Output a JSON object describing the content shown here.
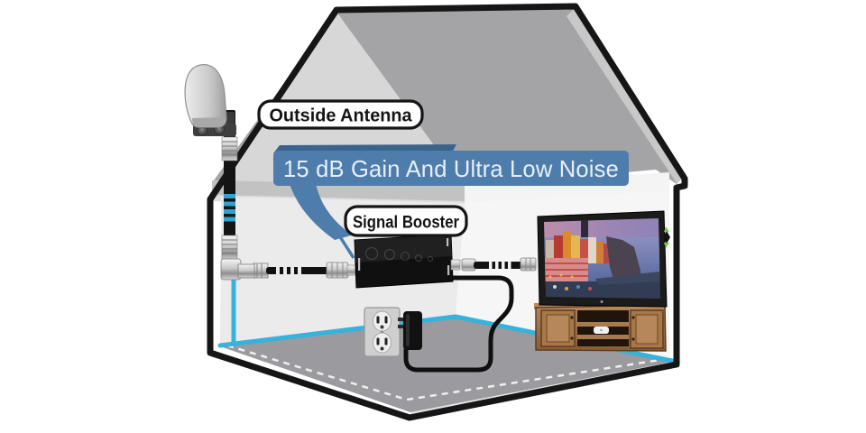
{
  "labels": {
    "outside_antenna": "Outside Antenna",
    "gain_banner": "15 dB Gain And Ultra Low Noise",
    "signal_booster": "Signal Booster"
  },
  "palette": {
    "banner_bg": "#4e7dab",
    "banner_bevel": "#3a638e",
    "banner_text": "#e7eff8",
    "accent_cable_cyan": "#36b2dc",
    "house_outline": "#161616",
    "roof_dark": "#a4a3a6",
    "roof_light": "#d7d7d7",
    "floor_gray": "#9b9a9e",
    "wall_gray": "#ebebeb",
    "wood_brown": "#a1744a",
    "device_black": "#101010"
  },
  "components": {
    "house": "cutaway-house",
    "antenna": "outside-antenna",
    "mast": "antenna-mast-cable",
    "booster": "signal-booster-box",
    "coax": "coax-cable",
    "outlet": "power-outlet",
    "adapter": "power-adapter",
    "cord": "power-cord",
    "tv": "television",
    "stand": "tv-stand"
  }
}
